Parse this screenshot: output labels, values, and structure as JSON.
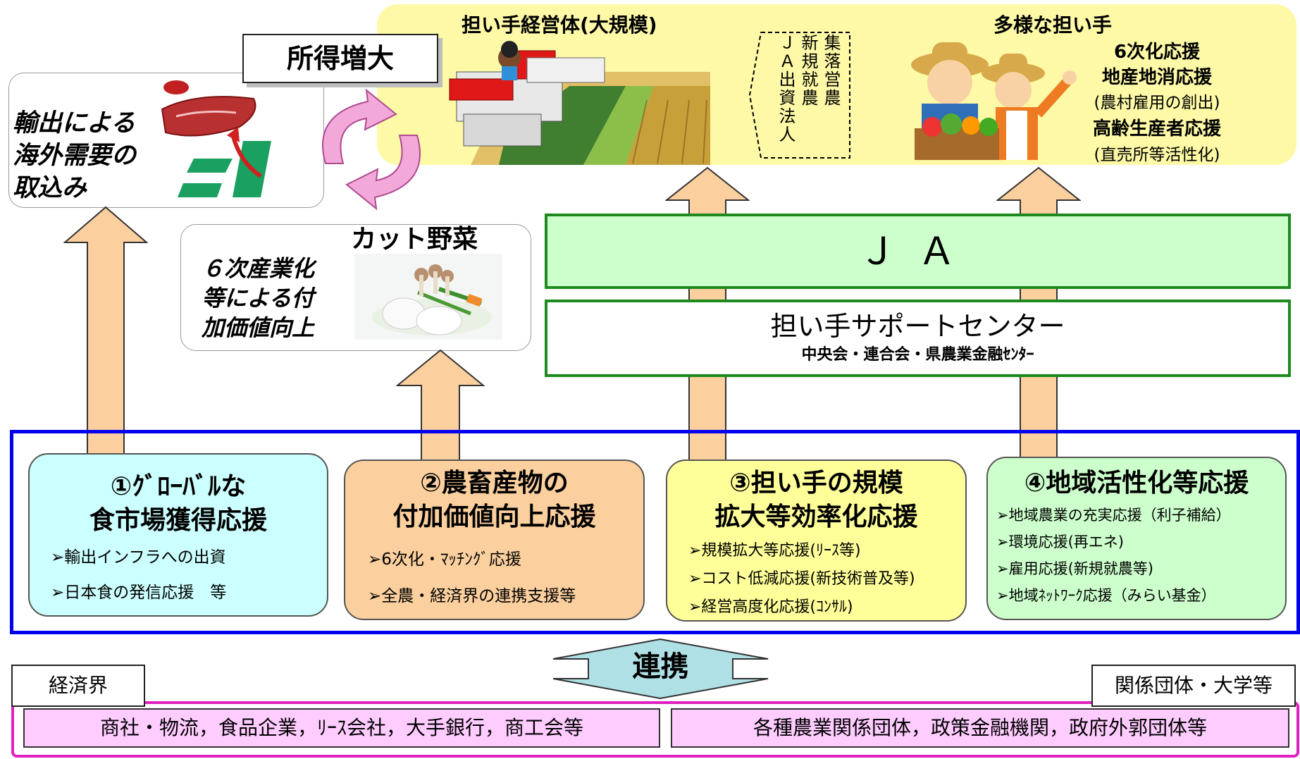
{
  "top": {
    "income_label": "所得増大",
    "export_text_lines": [
      "輸出による",
      "海外需要の",
      "取込み"
    ],
    "value_add_lines": [
      "６次産業化",
      "等による付",
      "加価値向上"
    ],
    "cut_vegetables": "カット野菜",
    "large_farm_title": "担い手経営体(大規模)",
    "diverse_title": "多様な担い手",
    "vertical_labels": [
      "集落営農",
      "新規就農",
      "ＪＡ出資法人"
    ],
    "diverse_items": [
      "6次化応援",
      "地産地消応援",
      "(農村雇用の創出)",
      "高齢生産者応援",
      "(直売所等活性化)"
    ]
  },
  "ja": {
    "title": "ＪＡ",
    "center_title": "担い手サポートセンター",
    "center_sub": "中央会・連合会・県農業金融ｾﾝﾀｰ"
  },
  "supports": [
    {
      "title_lines": [
        "①ｸﾞﾛｰﾊﾞﾙな",
        "食市場獲得応援"
      ],
      "items": [
        "➢輸出インフラへの出資",
        "➢日本食の発信応援　等"
      ]
    },
    {
      "title_lines": [
        "②農畜産物の",
        "付加価値向上応援"
      ],
      "items": [
        "➢6次化・ﾏｯﾁﾝｸﾞ応援",
        "➢全農・経済界の連携支援等"
      ]
    },
    {
      "title_lines": [
        "③担い手の規模",
        "拡大等効率化応援"
      ],
      "items": [
        "➢規模拡大等応援(ﾘｰｽ等)",
        "➢コスト低減応援(新技術普及等)",
        "➢経営高度化応援(ｺﾝｻﾙ)"
      ]
    },
    {
      "title_lines": [
        "④地域活性化等応援"
      ],
      "items": [
        "➢地域農業の充実応援（利子補給）",
        "➢環境応援(再エネ)",
        "➢雇用応援(新規就農等)",
        "➢地域ﾈｯﾄﾜｰｸ応援（みらい基金）"
      ]
    }
  ],
  "bottom": {
    "renkei": "連携",
    "econ_label": "経済界",
    "org_label": "関係団体・大学等",
    "econ_members": "商社・物流，食品企業，ﾘｰｽ会社，大手銀行，商工会等",
    "org_members": "各種農業関係団体，政策金融機関，政府外郭団体等"
  },
  "colors": {
    "arrow_fill": "#fbcf9e",
    "ja_green": "#1e8a1e",
    "blue_frame": "#0000ee",
    "pink_frame": "#e020c0",
    "top_band": "#fdf9a6"
  }
}
